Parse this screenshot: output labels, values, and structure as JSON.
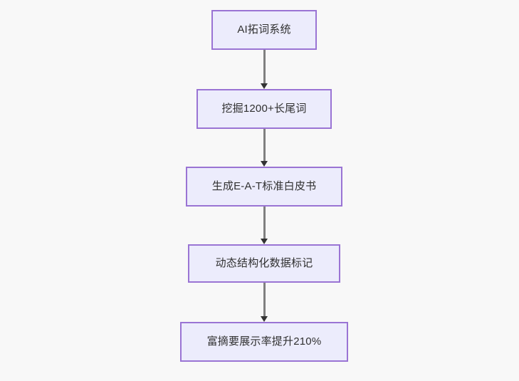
{
  "diagram": {
    "type": "flowchart",
    "direction": "top-to-bottom",
    "background_color": "#f8f8f8",
    "node_fill_color": "#ececfc",
    "node_border_color": "#9a74d4",
    "node_text_color": "#303030",
    "connector_color": "#808080",
    "arrowhead_color": "#333333",
    "nodes": [
      {
        "id": "n1",
        "label": "AI拓词系统"
      },
      {
        "id": "n2",
        "label": "挖掘1200+长尾词"
      },
      {
        "id": "n3",
        "label": "生成E-A-T标准白皮书"
      },
      {
        "id": "n4",
        "label": "动态结构化数据标记"
      },
      {
        "id": "n5",
        "label": "富摘要展示率提升210%"
      }
    ],
    "edges": [
      {
        "from": "n1",
        "to": "n2"
      },
      {
        "from": "n2",
        "to": "n3"
      },
      {
        "from": "n3",
        "to": "n4"
      },
      {
        "from": "n4",
        "to": "n5"
      }
    ]
  }
}
